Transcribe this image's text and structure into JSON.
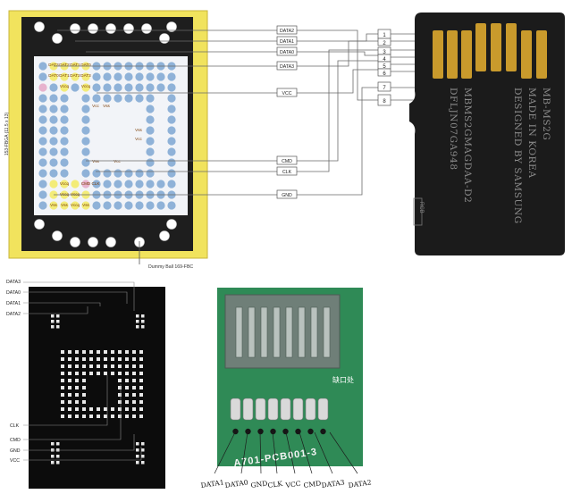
{
  "bga_top": {
    "signal_labels": [
      "DATA2",
      "DATA1",
      "DATA0",
      "DATA3",
      "VCC",
      "CMD",
      "CLK",
      "GND"
    ],
    "pin_numbers": [
      "1",
      "2",
      "3",
      "4",
      "5",
      "6",
      "7",
      "8"
    ],
    "side_label": "153-FBGA (11.5 x 13)",
    "dummy_ball_label": "Dummy Ball 169-FBC",
    "ball_labels": {
      "dat3": "DAT3",
      "dat2": "DAT2",
      "dat1": "DAT1",
      "dat0": "DAT0",
      "vccq": "Vccq",
      "vcc": "Vcc",
      "vss": "Vss",
      "cmd": "CMD",
      "clk": "CLK"
    }
  },
  "microsd_card": {
    "lines": [
      "MB-MS2G",
      "MADE IN KOREA",
      "DESIGNED BY SAMSUNG",
      "MBMS2GMAGDAA-D2",
      "DFLJN07GA948"
    ],
    "corner_mark": "RCB"
  },
  "bga_photo": {
    "labels_top": [
      "DATA3",
      "DATA0",
      "DATA1",
      "DATA2"
    ],
    "labels_bottom": [
      "CLK",
      "CMD",
      "GND",
      "VCC"
    ]
  },
  "pcb_photo": {
    "notch_label": "缺口处",
    "board_marking": "A701-PCB001-3",
    "pin_labels": [
      "DATA1",
      "DATA0",
      "GND",
      "CLK",
      "VCC",
      "CMD",
      "DATA3",
      "DATA2"
    ]
  },
  "colors": {
    "yellow_frame": "#f1e35d",
    "ball_blue": "#8fb2d8",
    "ball_pink": "#e7b3ce",
    "ball_yellow": "#f3ec78",
    "card_black": "#1b1b1b",
    "contact_gold": "#c99a2c",
    "pcb_green": "#2f8a56"
  }
}
